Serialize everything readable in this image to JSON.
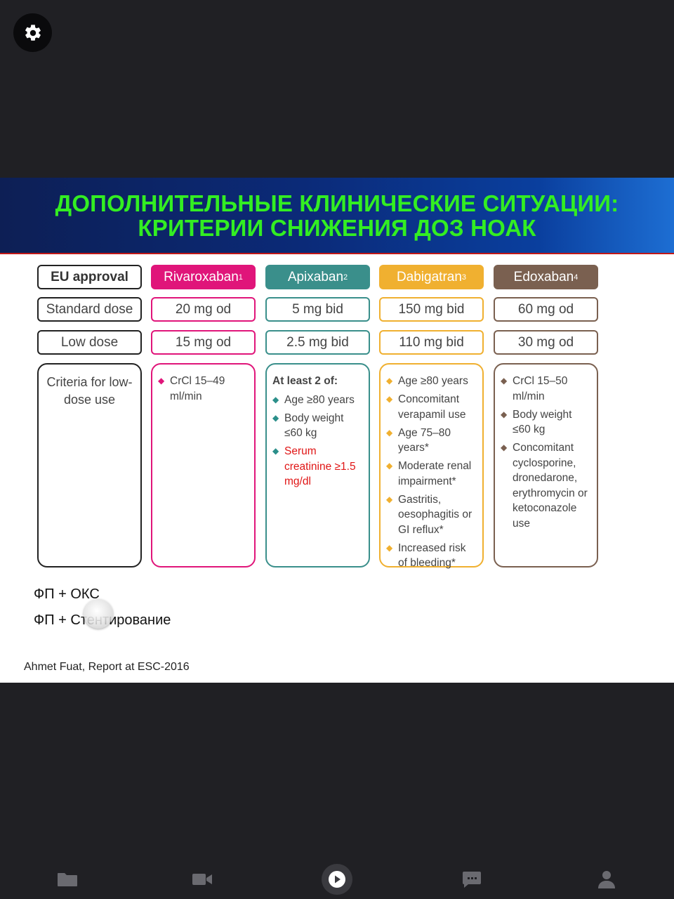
{
  "toolbar": {
    "settings_icon": "gear-icon"
  },
  "slide": {
    "title_line1": "ДОПОЛНИТЕЛЬНЫЕ КЛИНИЧЕСКИЕ СИТУАЦИИ:",
    "title_line2": "КРИТЕРИИ СНИЖЕНИЯ ДОЗ НОАК",
    "colors": {
      "title": "#33ee22",
      "header_bg": "#0b2a78",
      "rivaroxaban": "#e0157a",
      "apixaban": "#3a8f8b",
      "dabigatran": "#f0b030",
      "edoxaban": "#7a6050"
    },
    "table": {
      "row_labels": {
        "eu_approval": "EU approval",
        "standard_dose": "Standard dose",
        "low_dose": "Low dose",
        "criteria": "Criteria for low-dose use"
      },
      "drugs": {
        "rivaroxaban": {
          "name": "Rivaroxaban",
          "ref": "1",
          "standard": "20 mg od",
          "low": "15 mg od",
          "criteria": [
            "CrCl 15–49 ml/min"
          ]
        },
        "apixaban": {
          "name": "Apixaban",
          "ref": "2",
          "standard": "5 mg bid",
          "low": "2.5 mg bid",
          "criteria_lead": "At least 2 of:",
          "criteria": [
            "Age ≥80 years",
            "Body weight ≤60 kg",
            "Serum creatinine ≥1.5 mg/dl"
          ]
        },
        "dabigatran": {
          "name": "Dabigatran",
          "ref": "3",
          "standard": "150 mg bid",
          "low": "110 mg bid",
          "criteria": [
            "Age ≥80 years",
            "Concomitant verapamil use",
            "Age 75–80 years*",
            "Moderate renal impairment*",
            "Gastritis, oesophagitis or GI reflux*",
            "Increased risk of bleeding*"
          ]
        },
        "edoxaban": {
          "name": "Edoxaban",
          "ref": "4",
          "standard": "60 mg od",
          "low": "30 mg od",
          "criteria": [
            "CrCl 15–50 ml/min",
            "Body weight ≤60 kg",
            "Concomitant cyclosporine, dronedarone, erythromycin or ketoconazole use"
          ]
        }
      }
    },
    "notes": [
      "ФП + ОКС",
      "ФП + Стентирование"
    ],
    "citation": "Ahmet Fuat, Report at ESC-2016"
  },
  "bottom_nav": {
    "items": [
      "folder-icon",
      "video-camera-icon",
      "play-icon",
      "chat-icon",
      "user-icon"
    ]
  }
}
